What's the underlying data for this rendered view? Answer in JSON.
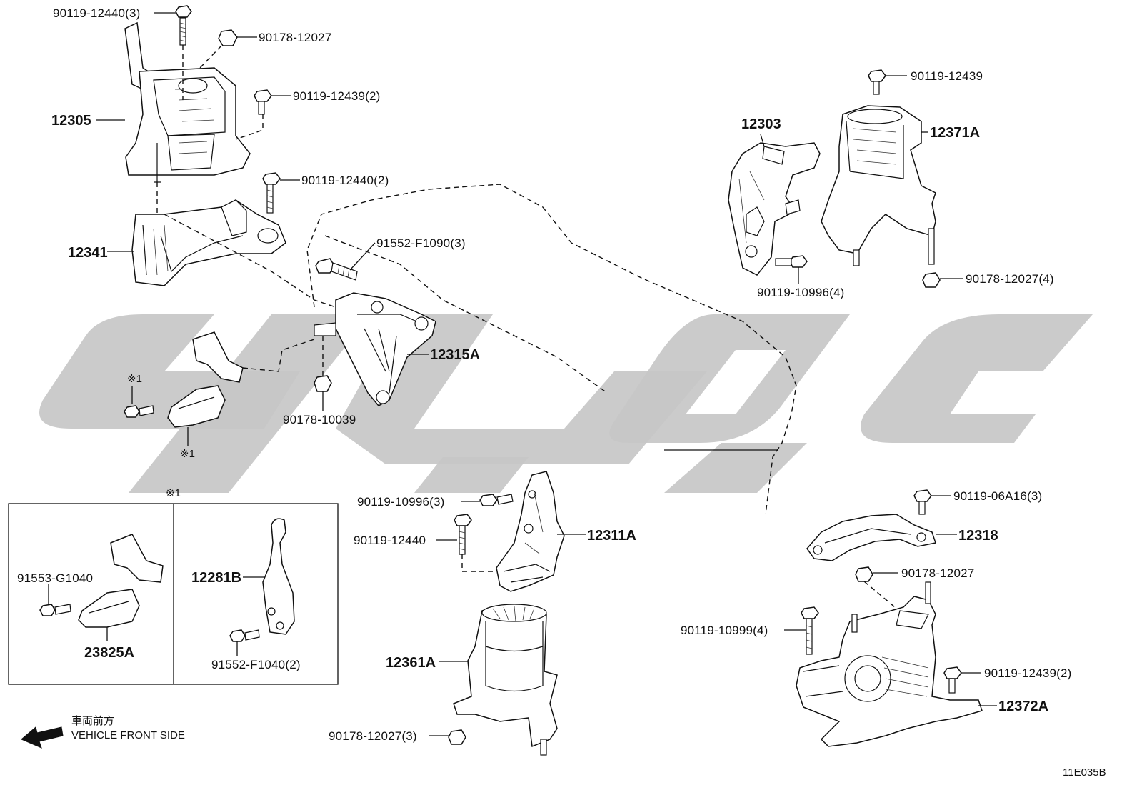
{
  "diagram_code": "11E035B",
  "front_side": {
    "japanese": "車両前方",
    "english": "VEHICLE FRONT SIDE",
    "icon": "arrow-left-icon"
  },
  "note_marker": "※1",
  "parts": {
    "p12305": "12305",
    "p12341": "12341",
    "p12315A": "12315A",
    "p12303": "12303",
    "p12371A": "12371A",
    "p12311A": "12311A",
    "p12361A": "12361A",
    "p12318": "12318",
    "p12372A": "12372A",
    "p12281B": "12281B",
    "p23825A": "23825A"
  },
  "fasteners": {
    "f1": "90119-12440(3)",
    "f2": "90178-12027",
    "f3": "90119-12439(2)",
    "f4": "90119-12440(2)",
    "f5": "91552-F1090(3)",
    "f6": "90178-10039",
    "f7": "90119-12439",
    "f8": "90119-10996(4)",
    "f9": "90178-12027(4)",
    "f10": "90119-10996(3)",
    "f11": "90119-12440",
    "f12": "90178-12027(3)",
    "f13": "90119-06A16(3)",
    "f14": "90178-12027",
    "f15": "90119-10999(4)",
    "f16": "90119-12439(2)",
    "f17": "91553-G1040",
    "f18": "91552-F1040(2)"
  },
  "colors": {
    "ink": "#111111",
    "watermark": "#c7c7c7",
    "background": "#ffffff"
  }
}
